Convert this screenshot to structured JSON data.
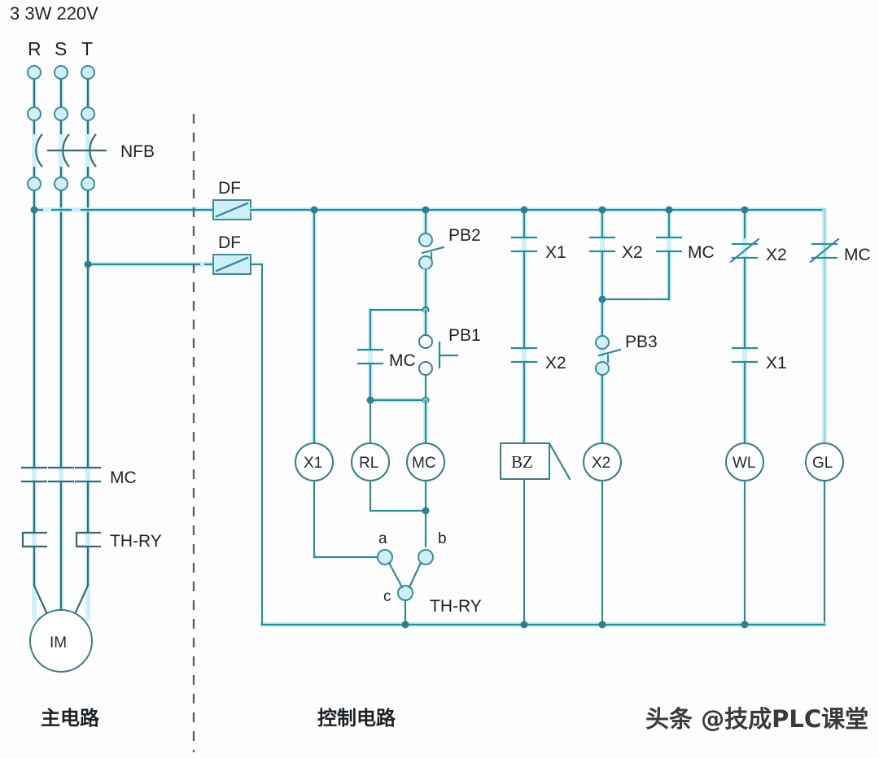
{
  "diagram": {
    "supply_label": "3   3W 220V",
    "phases": [
      "R",
      "S",
      "T"
    ],
    "breaker_label": "NFB",
    "fuse_labels": [
      "DF",
      "DF"
    ],
    "main_contactor_label": "MC",
    "overload_label": "TH-RY",
    "motor_label": "IM",
    "section_titles": {
      "main": "主电路",
      "control": "控制电路"
    },
    "watermark": "头条 @技成PLC课堂"
  },
  "control": {
    "buttons": [
      {
        "name": "PB2",
        "type": "nc-pushbutton"
      },
      {
        "name": "PB1",
        "type": "no-pushbutton"
      },
      {
        "name": "PB3",
        "type": "nc-pushbutton"
      }
    ],
    "contacts": [
      {
        "label": "MC",
        "type": "no",
        "branch": "seal-in"
      },
      {
        "label": "X1",
        "type": "no",
        "branch": "bz"
      },
      {
        "label": "X2",
        "type": "no",
        "branch": "bz"
      },
      {
        "label": "X2",
        "type": "no",
        "branch": "x2-coil"
      },
      {
        "label": "MC",
        "type": "no",
        "branch": "x2-coil"
      },
      {
        "label": "X2",
        "type": "nc",
        "branch": "wl"
      },
      {
        "label": "X1",
        "type": "no",
        "branch": "wl"
      },
      {
        "label": "MC",
        "type": "nc",
        "branch": "gl"
      }
    ],
    "coils": [
      {
        "label": "X1",
        "shape": "circle"
      },
      {
        "label": "RL",
        "shape": "circle"
      },
      {
        "label": "MC",
        "shape": "circle"
      },
      {
        "label": "BZ",
        "shape": "box"
      },
      {
        "label": "X2",
        "shape": "circle"
      },
      {
        "label": "WL",
        "shape": "circle"
      },
      {
        "label": "GL",
        "shape": "circle"
      }
    ],
    "thermal_relay": {
      "label": "TH-RY",
      "terminals": [
        "a",
        "b",
        "c"
      ]
    }
  },
  "colors": {
    "wire": "#2e8b96",
    "wire_dark": "#376b78",
    "glow": "#b9eef5",
    "node": "#2d7f8e",
    "text": "#1d2326",
    "divider": "#55646e"
  }
}
